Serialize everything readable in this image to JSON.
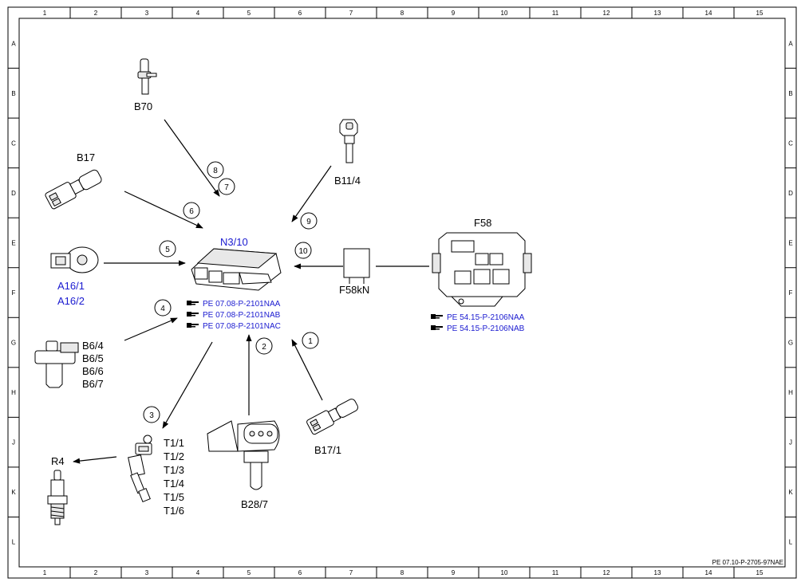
{
  "grid": {
    "columns": [
      "1",
      "2",
      "3",
      "4",
      "5",
      "6",
      "7",
      "8",
      "9",
      "10",
      "11",
      "12",
      "13",
      "14",
      "15"
    ],
    "rows": [
      "A",
      "B",
      "C",
      "D",
      "E",
      "F",
      "G",
      "H",
      "J",
      "K",
      "L"
    ]
  },
  "labels": {
    "b70": "B70",
    "b17": "B17",
    "b11_4": "B11/4",
    "f58": "F58",
    "a16": [
      "A16/1",
      "A16/2"
    ],
    "n3_10": "N3/10",
    "f58kn": "F58kN",
    "b6": [
      "B6/4",
      "B6/5",
      "B6/6",
      "B6/7"
    ],
    "t1": [
      "T1/1",
      "T1/2",
      "T1/3",
      "T1/4",
      "T1/5",
      "T1/6"
    ],
    "r4": "R4",
    "b28_7": "B28/7",
    "b17_1": "B17/1"
  },
  "references": {
    "n3_10": [
      "PE 07.08-P-2101NAA",
      "PE 07.08-P-2101NAB",
      "PE 07.08-P-2101NAC"
    ],
    "f58": [
      "PE 54.15-P-2106NAA",
      "PE 54.15-P-2106NAB"
    ]
  },
  "callouts": [
    "1",
    "2",
    "3",
    "4",
    "5",
    "6",
    "7",
    "8",
    "9",
    "10"
  ],
  "footer": "PE 07.10-P-2705-97NAE",
  "colors": {
    "link_blue": "#1a1ad0",
    "line": "#000000",
    "background": "#ffffff"
  },
  "icons": {
    "reference": "pointing-hand-icon"
  }
}
